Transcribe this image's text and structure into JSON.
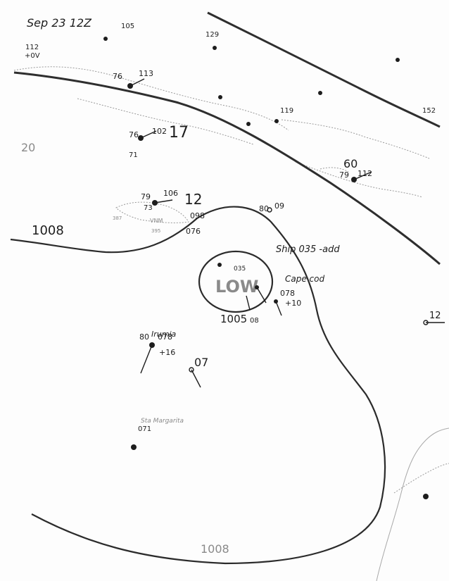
{
  "title": "Sep 23 12Z",
  "isobars": [
    {
      "label": "1008"
    },
    {
      "label": "1005"
    },
    {
      "label": "1008"
    }
  ],
  "center_label": "LOW",
  "ship_note": "Ship 035 -add",
  "ship_name": "Cape cod",
  "place_names": {
    "irumia": "Irumia",
    "margarita": "Sta Margarita",
    "vnm": "VNM"
  },
  "stations": [
    {
      "temp": "76",
      "pressure": "113"
    },
    {
      "temp": "76",
      "pressure": "102"
    },
    {
      "temp": "79",
      "pressure": "106"
    },
    {
      "temp": "79",
      "pressure": "112"
    },
    {
      "temp": "80",
      "pressure": "078"
    },
    {
      "temp": "80",
      "pressure": "09"
    },
    {
      "temp": "",
      "pressure": "07"
    },
    {
      "temp": "",
      "pressure": "12"
    }
  ],
  "misc": {
    "n17": "17",
    "n12": "12",
    "n60": "60",
    "n20": "20",
    "n098": "098",
    "n076": "076",
    "n078": "078",
    "n071": "071",
    "n035": "035",
    "p10": "+10",
    "p16": "+16",
    "p0V": "+0V",
    "n112": "112",
    "n119": "119",
    "n129": "129",
    "n105": "105",
    "n152": "152",
    "n08": "08",
    "n73": "73",
    "n71": "71",
    "n387": "387",
    "n395": "395"
  },
  "colors": {
    "ink": "#1d1d1d",
    "coastline": "#9a9a9a",
    "paper": "#fdfdfd"
  }
}
